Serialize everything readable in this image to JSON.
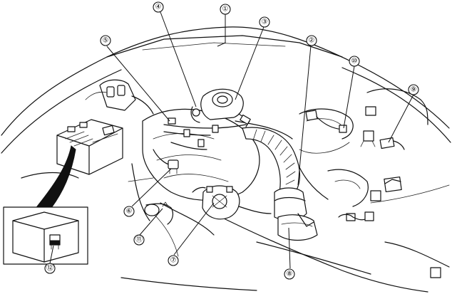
{
  "callouts": [
    {
      "id": "c1",
      "label": "①"
    },
    {
      "id": "c2",
      "label": "②"
    },
    {
      "id": "c3",
      "label": "③"
    },
    {
      "id": "c4",
      "label": "④"
    },
    {
      "id": "c5",
      "label": "⑤"
    },
    {
      "id": "c6",
      "label": "⑥"
    },
    {
      "id": "c7",
      "label": "⑦"
    },
    {
      "id": "c8",
      "label": "⑧"
    },
    {
      "id": "c9",
      "label": "⑨"
    },
    {
      "id": "c10",
      "label": "⑩"
    },
    {
      "id": "c11",
      "label": "⑪"
    },
    {
      "id": "c12",
      "label": "⑫"
    }
  ]
}
